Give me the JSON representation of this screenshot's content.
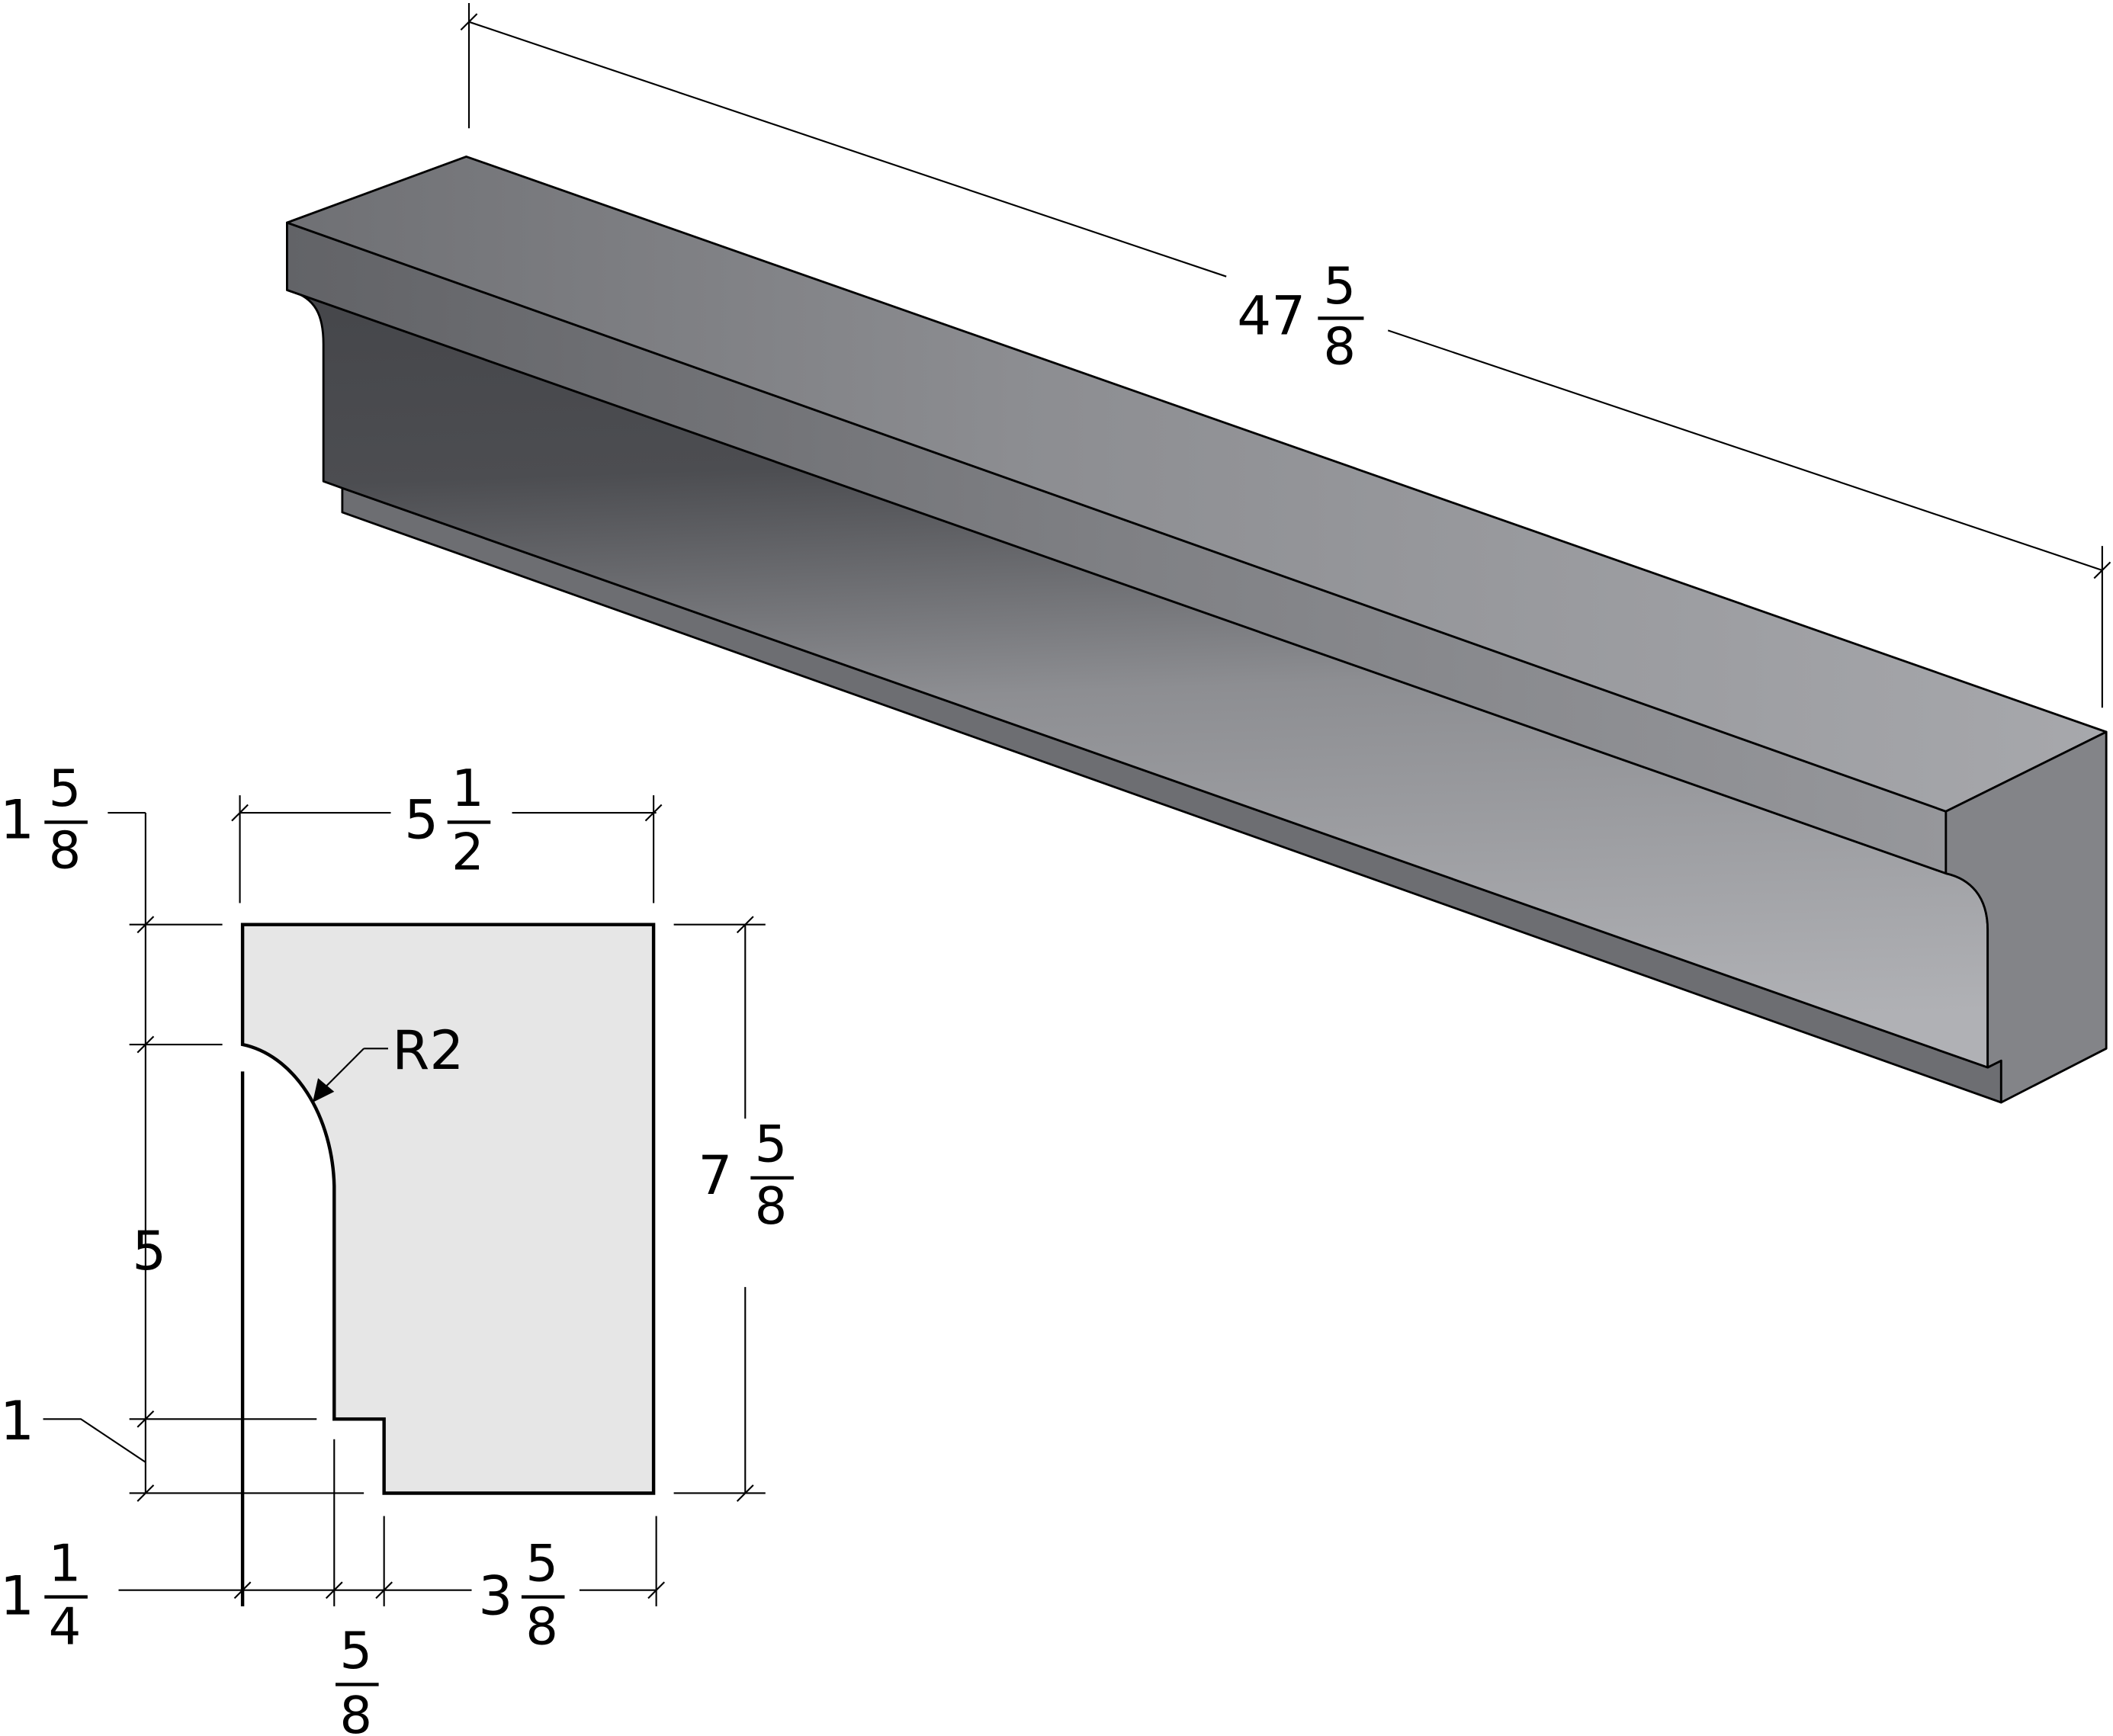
{
  "colors": {
    "section_fill": "#e6e6e6",
    "beam_top": "#a3a4a8",
    "beam_end": "#838488",
    "beam_lip": "#6d6e72",
    "beam_shadow": "#47474b"
  },
  "length": {
    "whole": "47",
    "num": "5",
    "den": "8"
  },
  "width": {
    "whole": "5",
    "num": "1",
    "den": "2"
  },
  "height": {
    "whole": "7",
    "num": "5",
    "den": "8"
  },
  "top_band": {
    "whole": "1",
    "num": "5",
    "den": "8"
  },
  "cove_height": {
    "whole": "5"
  },
  "lip_height": {
    "whole": "1"
  },
  "radius": {
    "label": "R2"
  },
  "left_offset": {
    "whole": "1",
    "num": "1",
    "den": "4"
  },
  "lip_depth": {
    "num": "5",
    "den": "8"
  },
  "bottom_width": {
    "whole": "3",
    "num": "5",
    "den": "8"
  }
}
